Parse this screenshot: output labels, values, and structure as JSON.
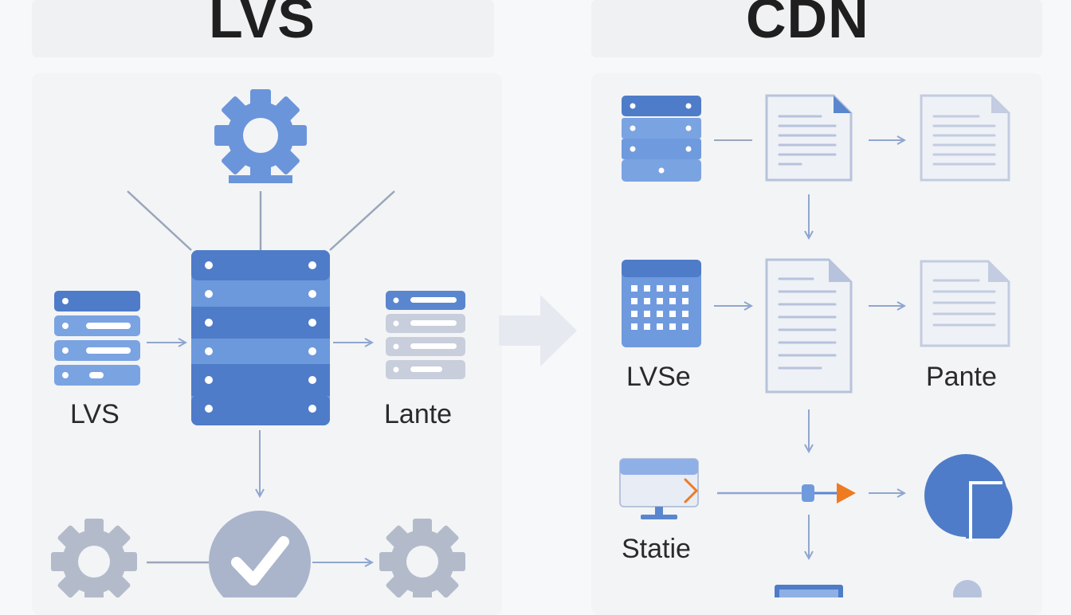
{
  "left_panel": {
    "title": "LVS",
    "labels": {
      "client": "LVS",
      "backend": "Lante"
    }
  },
  "right_panel": {
    "title": "CDN",
    "labels": {
      "edge": "LVSe",
      "replica": "Pante",
      "static": "Statie"
    }
  },
  "colors": {
    "primary_blue": "#5a86cf",
    "light_blue": "#7ea6e3",
    "dark_blue": "#4a76c2",
    "muted_grey": "#b5bccc",
    "document_outline": "#b7c3dc",
    "accent_orange": "#ee7b22",
    "text_dark": "#1f1f1f"
  }
}
